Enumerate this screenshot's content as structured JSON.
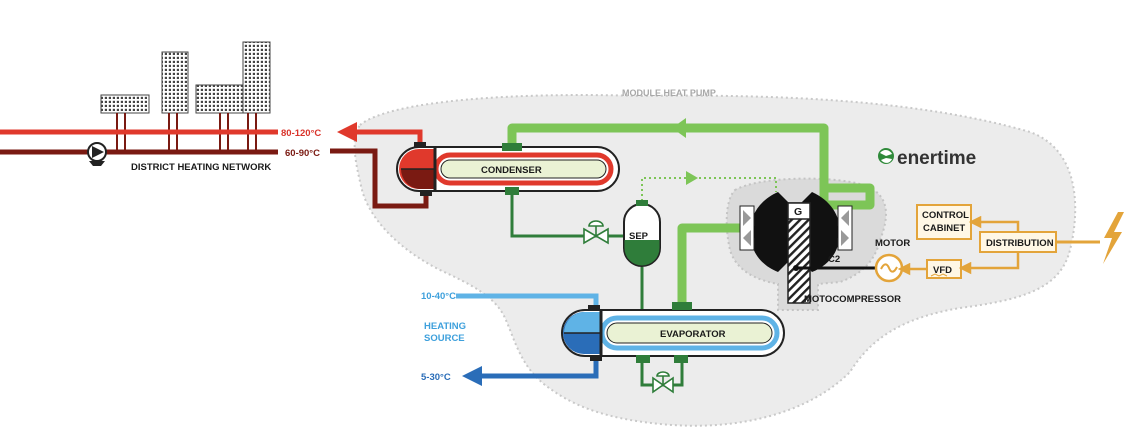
{
  "labels": {
    "module_heat_pump": "MODULE HEAT PUMP",
    "district_heating_network": "DISTRICT HEATING NETWORK",
    "temp_supply": "80-120°C",
    "temp_return": "60-90°C",
    "condenser": "CONDENSER",
    "evaporator": "EVAPORATOR",
    "sep": "SEP",
    "generator": "G",
    "c2": "C2",
    "motor": "MOTOR",
    "motocompressor": "MOTOCOMPRESSOR",
    "control_cabinet_line1": "CONTROL",
    "control_cabinet_line2": "CABINET",
    "distribution": "DISTRIBUTION",
    "vfd": "VFD",
    "source_hot": "10-40°C",
    "source_cold": "5-30°C",
    "heating_source_line1": "HEATING",
    "heating_source_line2": "SOURCE",
    "brand": "enertime"
  },
  "colors": {
    "hot_network": "#e0392c",
    "return_network": "#7a1a12",
    "refrigerant_vapor": "#7dc557",
    "refrigerant_liquid": "#2f7d3a",
    "source_hot": "#5fb3e6",
    "source_cold": "#2a6db8",
    "electrical": "#e3a43a",
    "module_background": "#ececec"
  },
  "icons": [
    "building-icon",
    "pump-icon",
    "valve-icon",
    "generator-icon",
    "motor-icon",
    "lightning-icon",
    "enertime-logo-icon"
  ]
}
